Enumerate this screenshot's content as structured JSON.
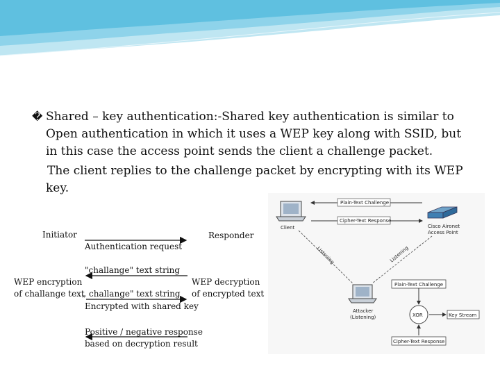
{
  "slide": {
    "bullet_glyph": "�",
    "lines": [
      "Shared – key authentication:-Shared key authentication is similar to",
      "Open authentication in which it uses a WEP key along with SSID, but",
      "in this case the access point sends the client a challenge packet.",
      "The client replies to the challenge packet by encrypting with its WEP",
      "key."
    ]
  },
  "exchange": {
    "initiator": "Initiator",
    "responder": "Responder",
    "auth_request": "Authentication request",
    "challenge_text": "\"challange\" text string",
    "wep_encryption": "WEP encryption",
    "of_challenge_text": "of challange text",
    "challenge_text_2": "„ challange\" text string",
    "encrypted_shared_key": "Encrypted with shared key",
    "wep_decryption": "WEP decryption",
    "of_encrypted_text": "of encrypted text",
    "positive_negative": "Positive / negative response",
    "based_on": "based on decryption result"
  },
  "diagram": {
    "plain_text_challenge": "Plain-Text Challenge",
    "cipher_text_response": "Cipher-Text Response",
    "client": "Client",
    "access_point_line1": "Cisco Aironet",
    "access_point_line2": "Access Point",
    "listening_left": "Listening",
    "listening_right": "Listening",
    "attacker_line1": "Attacker",
    "attacker_line2": "(Listening)",
    "box_plain": "Plain-Text Challenge",
    "xor": "XOR",
    "key_stream": "Key Stream",
    "box_cipher": "Cipher-Text Response"
  }
}
